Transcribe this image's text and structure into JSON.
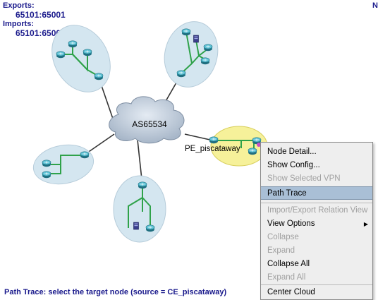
{
  "info": {
    "exports_label": "Exports:",
    "exports_value": "65101:65001",
    "imports_label": "Imports:",
    "imports_value": "65101:65001"
  },
  "corner_label": "N",
  "cloud_label": "AS65534",
  "node_label": "PE_piscataway",
  "menu": {
    "node_detail": "Node Detail...",
    "show_config": "Show Config...",
    "show_selected_vpn": "Show Selected VPN",
    "path_trace": "Path Trace",
    "import_export": "Import/Export Relation View",
    "view_options": "View Options",
    "collapse": "Collapse",
    "expand": "Expand",
    "collapse_all": "Collapse All",
    "expand_all": "Expand All",
    "center_cloud": "Center Cloud"
  },
  "status": "Path Trace: select the target node (source = CE_piscataway)",
  "colors": {
    "ellipse": "#d4e6f0",
    "highlight_ellipse": "#f6f19a",
    "link": "#2fa24a",
    "router": "#2c8fa3",
    "menu_highlight": "#a9bfd6"
  },
  "icons": [
    "router-icon",
    "server-icon",
    "cloud-icon",
    "submenu-arrow-icon"
  ]
}
